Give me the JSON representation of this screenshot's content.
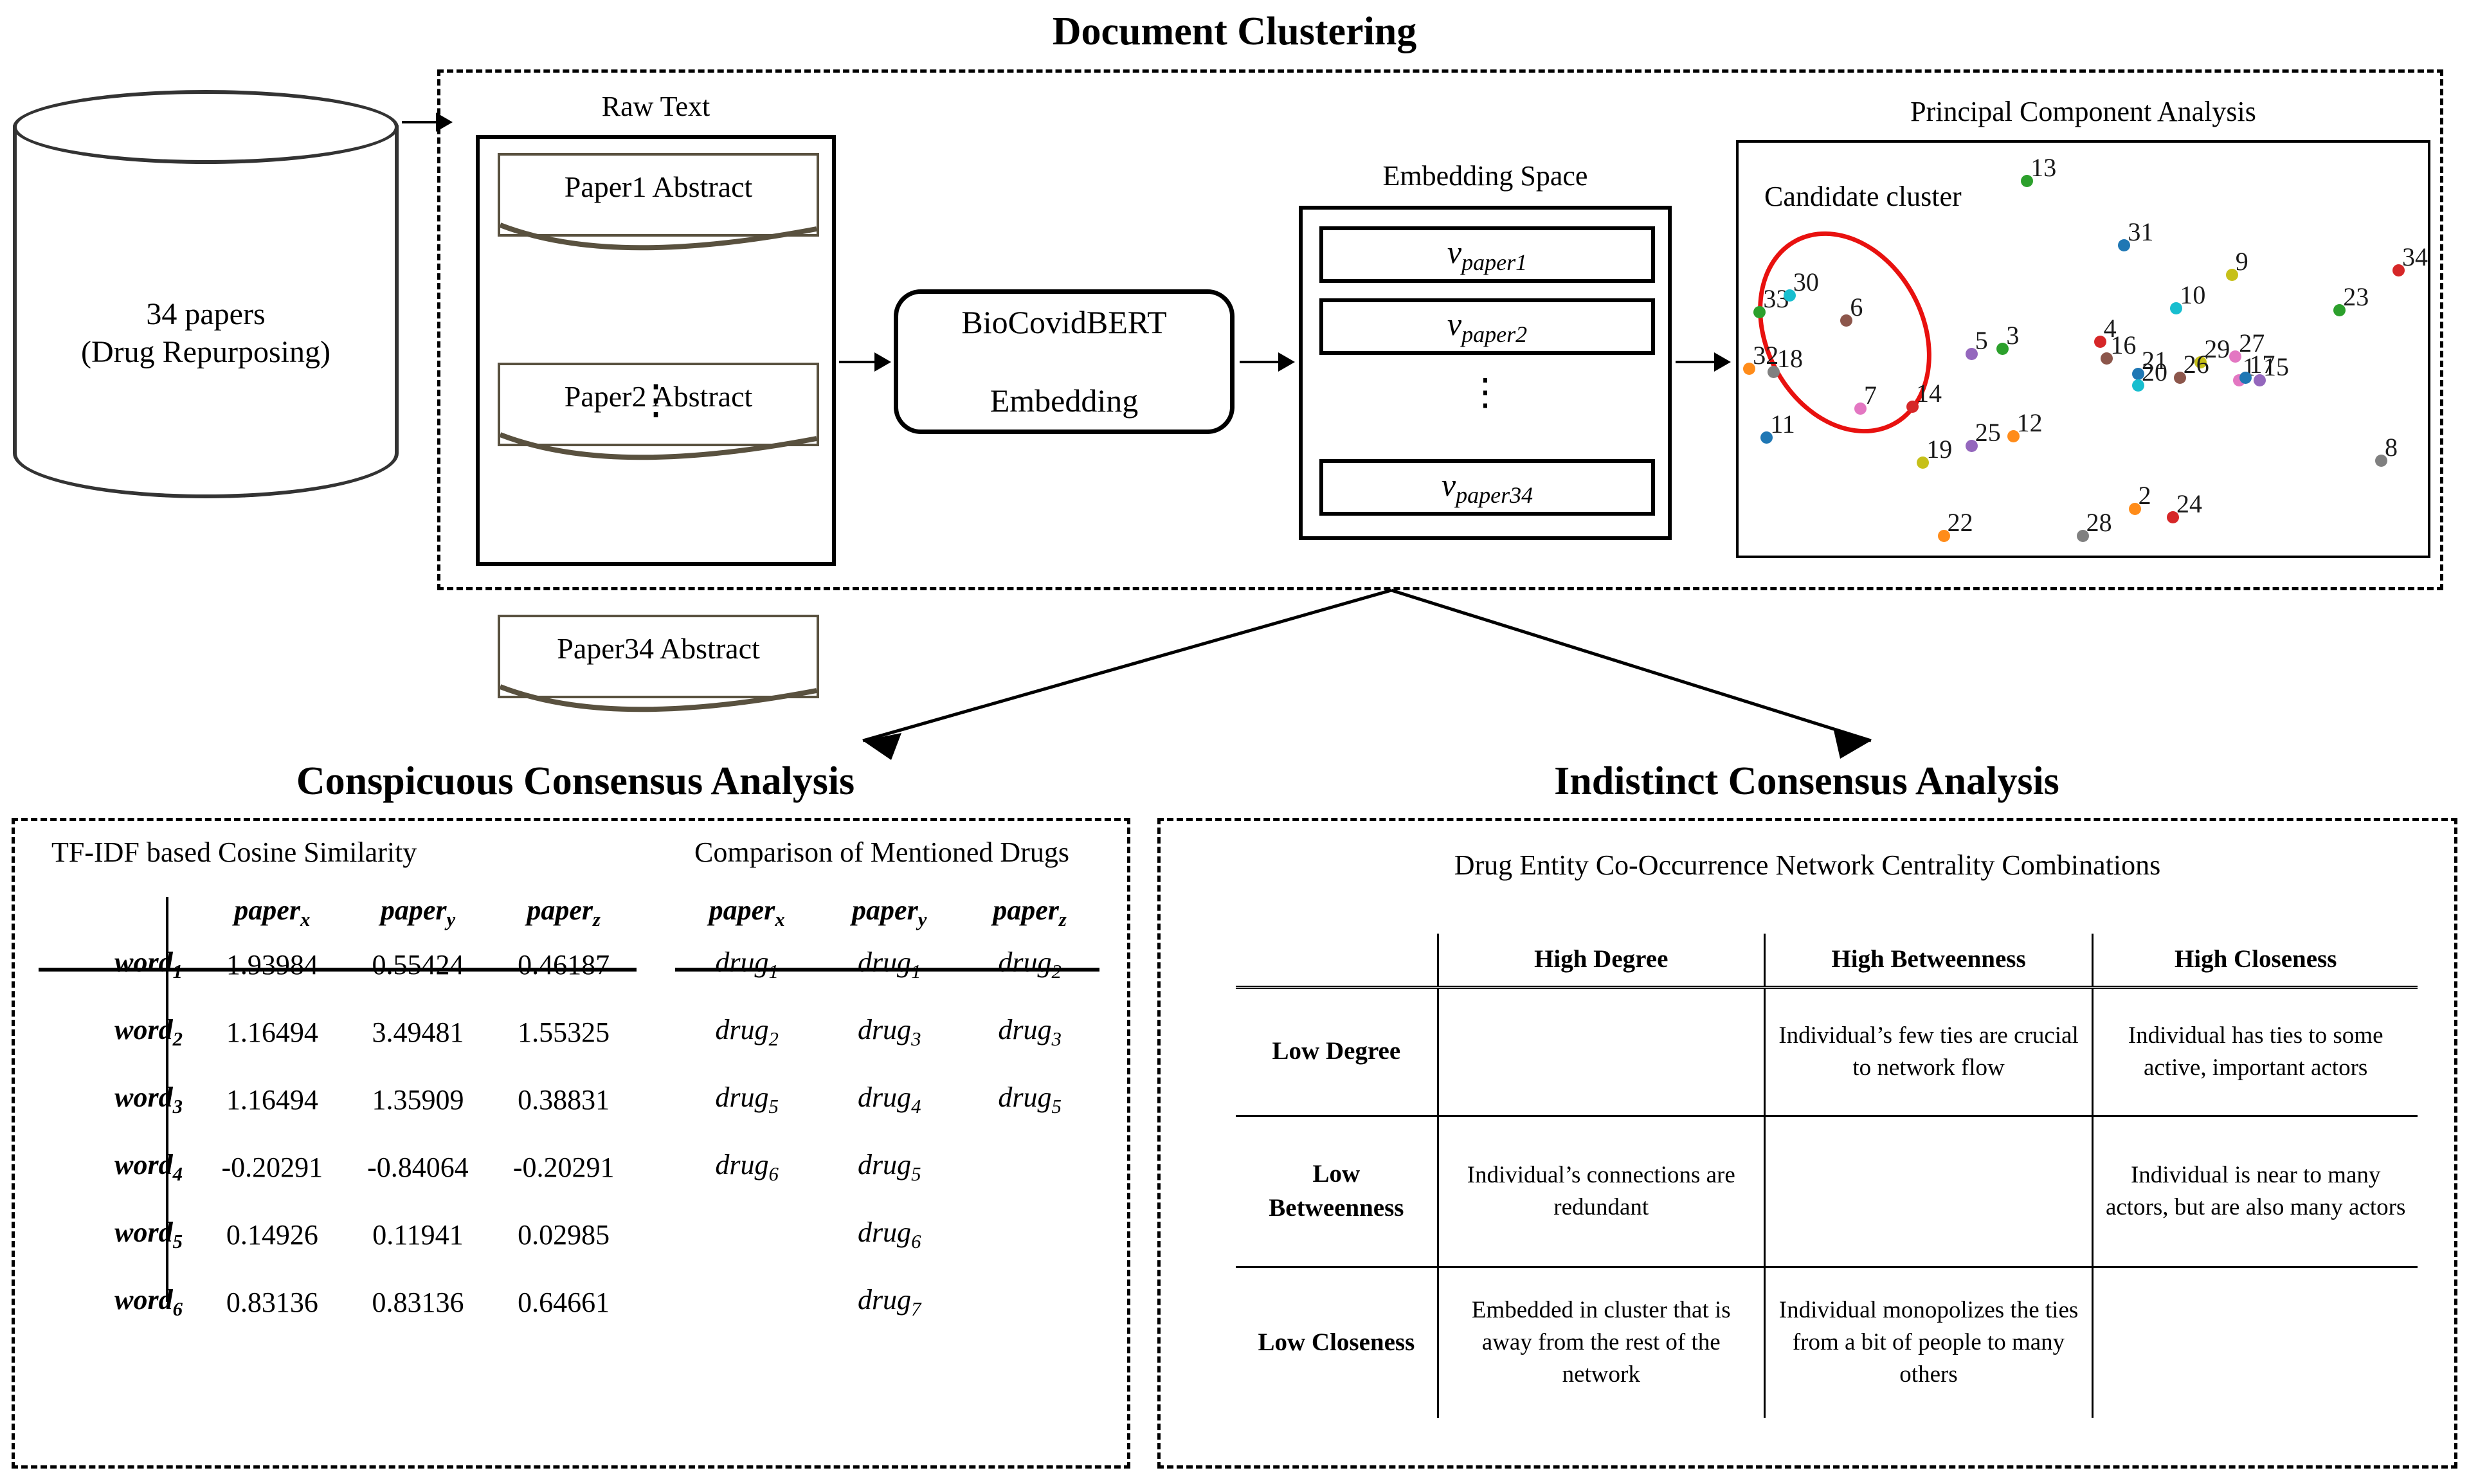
{
  "figure": {
    "top_section_title": "Document Clustering",
    "bottom_left_title": "Conspicuous Consensus Analysis",
    "bottom_right_title": "Indistinct Consensus Analysis"
  },
  "pipeline": {
    "database": {
      "line1": "34 papers",
      "line2": "(Drug Repurposing)"
    },
    "raw_text": {
      "title": "Raw Text",
      "documents": [
        "Paper1 Abstract",
        "Paper2 Abstract",
        "Paper34 Abstract"
      ],
      "ellipsis": "⋮"
    },
    "model": {
      "line1": "BioCovidBERT",
      "line2": "Embedding"
    },
    "embedding_space": {
      "title": "Embedding Space",
      "vectors": [
        {
          "base": "v",
          "sub": "paper1"
        },
        {
          "base": "v",
          "sub": "paper2"
        },
        {
          "base": "v",
          "sub": "paper34"
        }
      ],
      "ellipsis": "⋮"
    }
  },
  "chart_data": {
    "type": "scatter",
    "title": "Principal Component Analysis",
    "xlabel": "",
    "ylabel": "",
    "grid": false,
    "legend": "none",
    "annotations": [
      {
        "text": "Candidate cluster",
        "shape": "ellipse",
        "color": "#e8110f"
      }
    ],
    "xlim": [
      0,
      100
    ],
    "ylim": [
      0,
      100
    ],
    "points": [
      {
        "label": "13",
        "x": 41.5,
        "y": 91.0,
        "color": "#2ca02c"
      },
      {
        "label": "33",
        "x": 3.0,
        "y": 59.5,
        "color": "#2ca02c"
      },
      {
        "label": "30",
        "x": 7.3,
        "y": 63.5,
        "color": "#17becf"
      },
      {
        "label": "6",
        "x": 15.5,
        "y": 57.5,
        "color": "#8c564b"
      },
      {
        "label": "32",
        "x": 1.5,
        "y": 46.0,
        "color": "#ff8c1a"
      },
      {
        "label": "18",
        "x": 5.0,
        "y": 45.2,
        "color": "#808080"
      },
      {
        "label": "31",
        "x": 55.5,
        "y": 75.5,
        "color": "#1f77b4"
      },
      {
        "label": "9",
        "x": 71.0,
        "y": 68.5,
        "color": "#c6c019"
      },
      {
        "label": "34",
        "x": 95.0,
        "y": 69.5,
        "color": "#d62728"
      },
      {
        "label": "10",
        "x": 63.0,
        "y": 60.5,
        "color": "#17becf"
      },
      {
        "label": "23",
        "x": 86.5,
        "y": 60.0,
        "color": "#2ca02c"
      },
      {
        "label": "4",
        "x": 52.0,
        "y": 52.5,
        "color": "#d62728"
      },
      {
        "label": "5",
        "x": 33.5,
        "y": 49.5,
        "color": "#9467bd"
      },
      {
        "label": "3",
        "x": 38.0,
        "y": 50.8,
        "color": "#2ca02c"
      },
      {
        "label": "16",
        "x": 53.0,
        "y": 48.5,
        "color": "#8c564b"
      },
      {
        "label": "29",
        "x": 66.5,
        "y": 47.5,
        "color": "#c6c019"
      },
      {
        "label": "27",
        "x": 71.5,
        "y": 49.0,
        "color": "#e377c2"
      },
      {
        "label": "21",
        "x": 57.5,
        "y": 44.8,
        "color": "#1f77b4"
      },
      {
        "label": "26",
        "x": 63.5,
        "y": 43.8,
        "color": "#8c564b"
      },
      {
        "label": "20",
        "x": 57.5,
        "y": 42.0,
        "color": "#17becf"
      },
      {
        "label": "1",
        "x": 72.0,
        "y": 43.2,
        "color": "#e377c2"
      },
      {
        "label": "17",
        "x": 73.0,
        "y": 43.8,
        "color": "#1f77b4"
      },
      {
        "label": "15",
        "x": 75.0,
        "y": 43.3,
        "color": "#9467bd"
      },
      {
        "label": "7",
        "x": 17.5,
        "y": 36.5,
        "color": "#e377c2"
      },
      {
        "label": "14",
        "x": 25.0,
        "y": 37.0,
        "color": "#d62728"
      },
      {
        "label": "11",
        "x": 4.0,
        "y": 29.5,
        "color": "#1f77b4"
      },
      {
        "label": "25",
        "x": 33.5,
        "y": 27.5,
        "color": "#9467bd"
      },
      {
        "label": "12",
        "x": 39.5,
        "y": 29.8,
        "color": "#ff8c1a"
      },
      {
        "label": "19",
        "x": 26.5,
        "y": 23.5,
        "color": "#c6c019"
      },
      {
        "label": "8",
        "x": 92.5,
        "y": 24.0,
        "color": "#808080"
      },
      {
        "label": "2",
        "x": 57.0,
        "y": 12.5,
        "color": "#ff8c1a"
      },
      {
        "label": "24",
        "x": 62.5,
        "y": 10.5,
        "color": "#d62728"
      },
      {
        "label": "22",
        "x": 29.5,
        "y": 6.0,
        "color": "#ff8c1a"
      },
      {
        "label": "28",
        "x": 49.5,
        "y": 6.0,
        "color": "#808080"
      }
    ]
  },
  "tfidf_table": {
    "title": "TF-IDF based Cosine Similarity",
    "columns": [
      {
        "base": "paper",
        "sub": "x"
      },
      {
        "base": "paper",
        "sub": "y"
      },
      {
        "base": "paper",
        "sub": "z"
      }
    ],
    "rows": [
      {
        "label": {
          "base": "word",
          "sub": "1"
        },
        "values": [
          "1.93984",
          "0.55424",
          "0.46187"
        ]
      },
      {
        "label": {
          "base": "word",
          "sub": "2"
        },
        "values": [
          "1.16494",
          "3.49481",
          "1.55325"
        ]
      },
      {
        "label": {
          "base": "word",
          "sub": "3"
        },
        "values": [
          "1.16494",
          "1.35909",
          "0.38831"
        ]
      },
      {
        "label": {
          "base": "word",
          "sub": "4"
        },
        "values": [
          "-0.20291",
          "-0.84064",
          "-0.20291"
        ]
      },
      {
        "label": {
          "base": "word",
          "sub": "5"
        },
        "values": [
          "0.14926",
          "0.11941",
          "0.02985"
        ]
      },
      {
        "label": {
          "base": "word",
          "sub": "6"
        },
        "values": [
          "0.83136",
          "0.83136",
          "0.64661"
        ]
      }
    ]
  },
  "drug_table": {
    "title": "Comparison of Mentioned Drugs",
    "columns": [
      {
        "base": "paper",
        "sub": "x"
      },
      {
        "base": "paper",
        "sub": "y"
      },
      {
        "base": "paper",
        "sub": "z"
      }
    ],
    "rows": [
      [
        {
          "base": "drug",
          "sub": "1"
        },
        {
          "base": "drug",
          "sub": "1"
        },
        {
          "base": "drug",
          "sub": "2"
        }
      ],
      [
        {
          "base": "drug",
          "sub": "2"
        },
        {
          "base": "drug",
          "sub": "3"
        },
        {
          "base": "drug",
          "sub": "3"
        }
      ],
      [
        {
          "base": "drug",
          "sub": "5"
        },
        {
          "base": "drug",
          "sub": "4"
        },
        {
          "base": "drug",
          "sub": "5"
        }
      ],
      [
        {
          "base": "drug",
          "sub": "6"
        },
        {
          "base": "drug",
          "sub": "5"
        },
        {
          "base": "",
          "sub": ""
        }
      ],
      [
        {
          "base": "",
          "sub": ""
        },
        {
          "base": "drug",
          "sub": "6"
        },
        {
          "base": "",
          "sub": ""
        }
      ],
      [
        {
          "base": "",
          "sub": ""
        },
        {
          "base": "drug",
          "sub": "7"
        },
        {
          "base": "",
          "sub": ""
        }
      ]
    ]
  },
  "centrality_table": {
    "title": "Drug Entity Co-Occurrence Network Centrality Combinations",
    "columns": [
      "",
      "High Degree",
      "High Betweenness",
      "High Closeness"
    ],
    "rows": [
      {
        "header": "Low Degree",
        "cells": [
          "",
          "Individual’s few ties are crucial to network flow",
          "Individual has ties to some active, important actors"
        ]
      },
      {
        "header": "Low Betweenness",
        "cells": [
          "Individual’s connections are redundant",
          "",
          "Individual is near to many actors, but are also many actors"
        ]
      },
      {
        "header": "Low Closeness",
        "cells": [
          "Embedded in cluster that is away from the rest of the network",
          "Individual monopolizes the ties from a bit of people to many others",
          ""
        ]
      }
    ]
  }
}
